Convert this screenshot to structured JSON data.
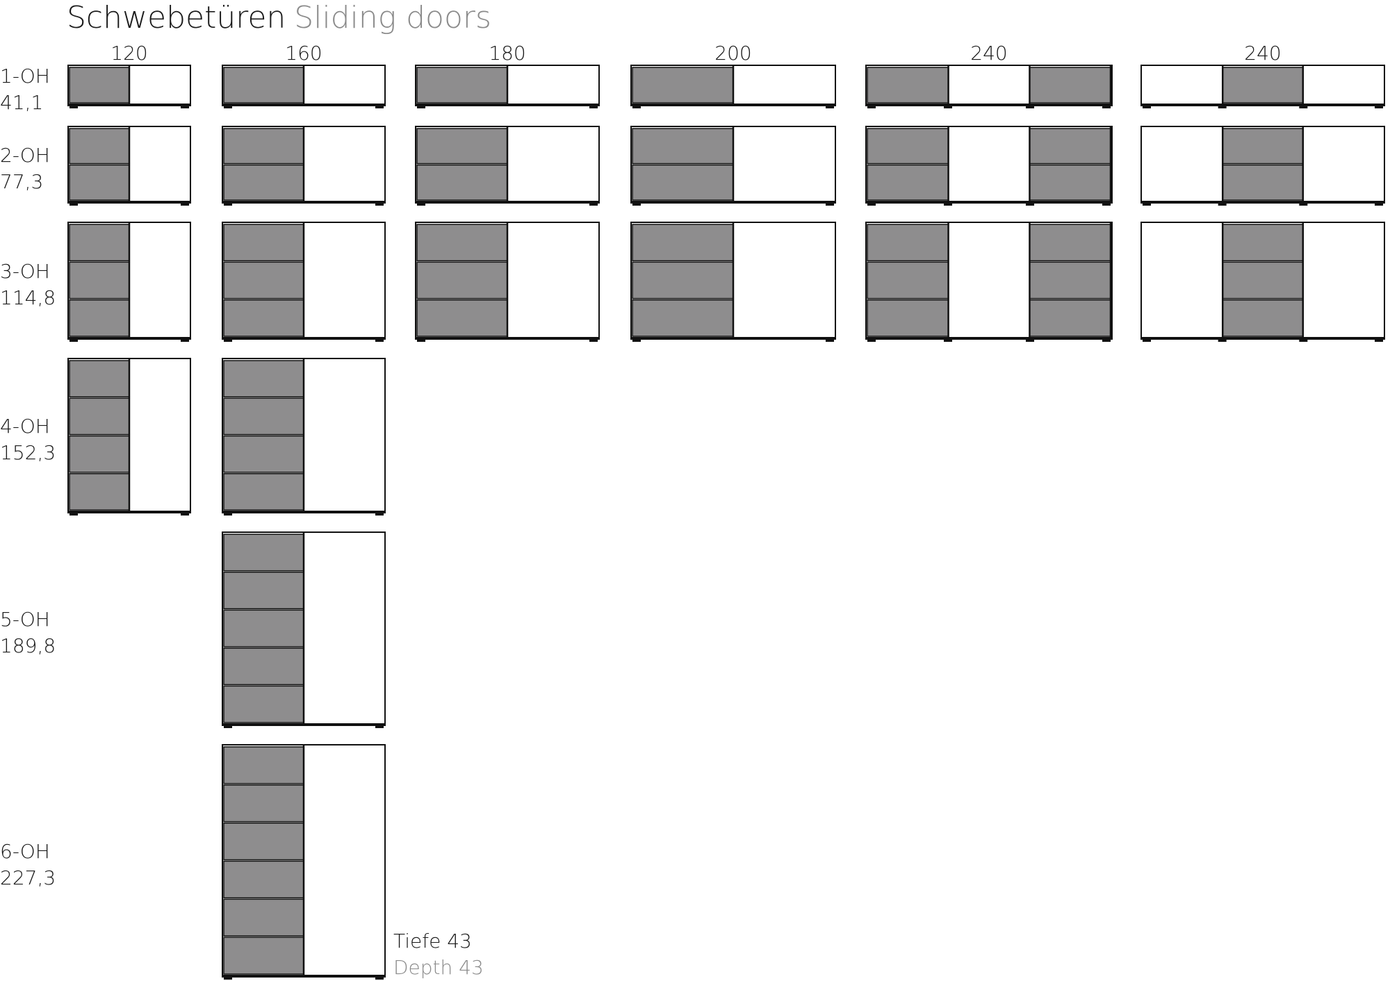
{
  "title": {
    "german": "Schwebetüren",
    "english": "Sliding doors"
  },
  "widths": [
    "120",
    "160",
    "180",
    "200",
    "240",
    "240"
  ],
  "rows": [
    {
      "label": "1-OH",
      "height": "41,1",
      "units": 1
    },
    {
      "label": "2-OH",
      "height": "77,3",
      "units": 2
    },
    {
      "label": "3-OH",
      "height": "114,8",
      "units": 3
    },
    {
      "label": "4-OH",
      "height": "152,3",
      "units": 4
    },
    {
      "label": "5-OH",
      "height": "189,8",
      "units": 5
    },
    {
      "label": "6-OH",
      "height": "227,3",
      "units": 6
    }
  ],
  "availability": [
    [
      true,
      true,
      true,
      true,
      true,
      true
    ],
    [
      true,
      true,
      true,
      true,
      true,
      true
    ],
    [
      true,
      true,
      true,
      true,
      true,
      true
    ],
    [
      true,
      true,
      false,
      false,
      false,
      false
    ],
    [
      false,
      true,
      false,
      false,
      false,
      false
    ],
    [
      false,
      true,
      false,
      false,
      false,
      false
    ]
  ],
  "door_layouts": [
    {
      "width": "120",
      "gray_panels": [
        {
          "from": 0,
          "to": 0.5
        }
      ]
    },
    {
      "width": "160",
      "gray_panels": [
        {
          "from": 0,
          "to": 0.5
        }
      ]
    },
    {
      "width": "180",
      "gray_panels": [
        {
          "from": 0,
          "to": 0.5
        }
      ]
    },
    {
      "width": "200",
      "gray_panels": [
        {
          "from": 0,
          "to": 0.5
        }
      ]
    },
    {
      "width": "240",
      "gray_panels": [
        {
          "from": 0,
          "to": 0.333
        },
        {
          "from": 0.667,
          "to": 1
        }
      ]
    },
    {
      "width": "240",
      "gray_panels": [
        {
          "from": 0.333,
          "to": 0.667
        }
      ]
    }
  ],
  "depth": {
    "german": "Tiefe 43",
    "english": "Depth 43"
  },
  "colors": {
    "panel_gray": "#8e8d8e",
    "line": "#111111",
    "english_text": "#8a8a8a",
    "background": "#ffffff"
  }
}
